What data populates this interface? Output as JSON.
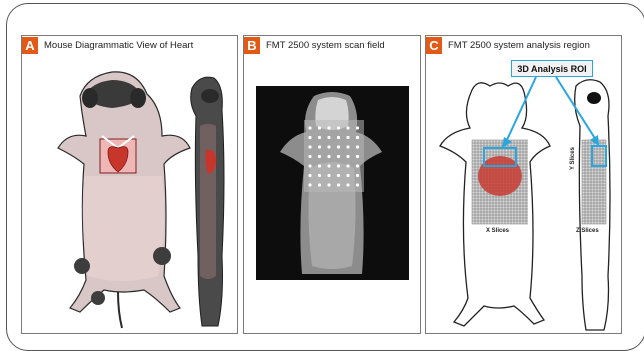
{
  "panels": [
    {
      "letter": "A",
      "title": "Mouse Diagrammatic View of Heart"
    },
    {
      "letter": "B",
      "title": "FMT 2500 system scan field"
    },
    {
      "letter": "C",
      "title": "FMT 2500 system analysis region",
      "roi_label": "3D Analysis ROI",
      "x_slices_label": "X Slices",
      "z_slices_label": "Z Slices",
      "y_slices_label": "Y Slices"
    }
  ],
  "colors": {
    "accent": "#e35a17",
    "roi_blue": "#2aa6de",
    "heart_red": "#c8352b"
  }
}
